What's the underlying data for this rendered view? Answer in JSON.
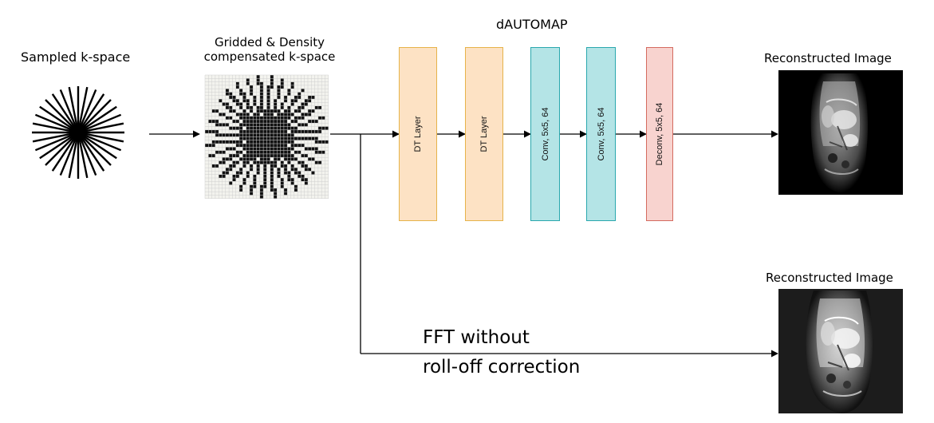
{
  "labels": {
    "sampled": "Sampled k-space",
    "gridded_line1": "Gridded & Density",
    "gridded_line2": "compensated k-space",
    "network": "dAUTOMAP",
    "recon_top": "Reconstructed Image",
    "recon_bottom": "Reconstructed Image",
    "fft_line1": "FFT without",
    "fft_line2": "roll-off correction"
  },
  "layers": [
    {
      "label": "DT Layer",
      "kind": "dt",
      "fill": "#fde2c4",
      "stroke": "#e6b34a"
    },
    {
      "label": "DT Layer",
      "kind": "dt",
      "fill": "#fde2c4",
      "stroke": "#e6b34a"
    },
    {
      "label": "Conv, 5x5, 64",
      "kind": "conv",
      "fill": "#b4e4e6",
      "stroke": "#2aa8ae"
    },
    {
      "label": "Conv, 5x5, 64",
      "kind": "conv",
      "fill": "#b4e4e6",
      "stroke": "#2aa8ae"
    },
    {
      "label": "Deconv, 5x5, 64",
      "kind": "deconv",
      "fill": "#f8d3cf",
      "stroke": "#d46b60"
    }
  ],
  "colors": {
    "line": "#000000",
    "grid_bg": "#f3f3ee",
    "grid_line": "#cfcfcf",
    "grid_cell": "#111111"
  }
}
